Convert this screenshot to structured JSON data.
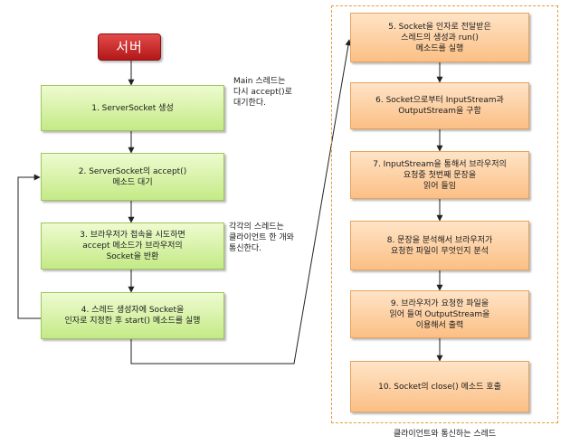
{
  "server_label": "서버",
  "main_steps": [
    {
      "id": "step-1",
      "text": "1. ServerSocket 생성"
    },
    {
      "id": "step-2",
      "text": "2. ServerSocket의 accept()\n메소드 대기"
    },
    {
      "id": "step-3",
      "text": "3. 브라우저가 접속을 시도하면\naccept 메소드가 브라우저의\nSocket을 반환"
    },
    {
      "id": "step-4",
      "text": "4. 스레드 생성자에 Socket을\n인자로 지정한 후 start() 메소드를 실행"
    }
  ],
  "thread_steps": [
    {
      "id": "step-5",
      "text": "5. Socket을 인자로 전달받은\n스레드의 생성과 run()\n메소드를 실행"
    },
    {
      "id": "step-6",
      "text": "6. Socket으로부터 InputStream과\nOutputStream을 구함"
    },
    {
      "id": "step-7",
      "text": "7. InputStream을 통해서 브라우저의\n요청중 첫번째 문장을\n읽어 들임"
    },
    {
      "id": "step-8",
      "text": "8. 문장을 분석해서 브라우저가\n요청한 파일이 무엇인지 분석"
    },
    {
      "id": "step-9",
      "text": "9. 브라우저가 요청한 파일을\n읽어 들여 OutputStream을\n이용해서 출력"
    },
    {
      "id": "step-10",
      "text": "10. Socket의 close() 메소드 호출"
    }
  ],
  "notes": {
    "main_thread": "Main  스레드는\n다시 accept()로\n대기한다.",
    "each_thread": "각각의 스레드는\n클라이언트 한 개와\n통신한다."
  },
  "thread_group_caption": "클라이언트와 통신하는 스레드",
  "colors": {
    "server": "#c62828",
    "main_step_fill": "#d4f0a6",
    "thread_step_fill": "#fdd0a2",
    "thread_group_border": "#e59a3a",
    "arrow": "#222222"
  }
}
